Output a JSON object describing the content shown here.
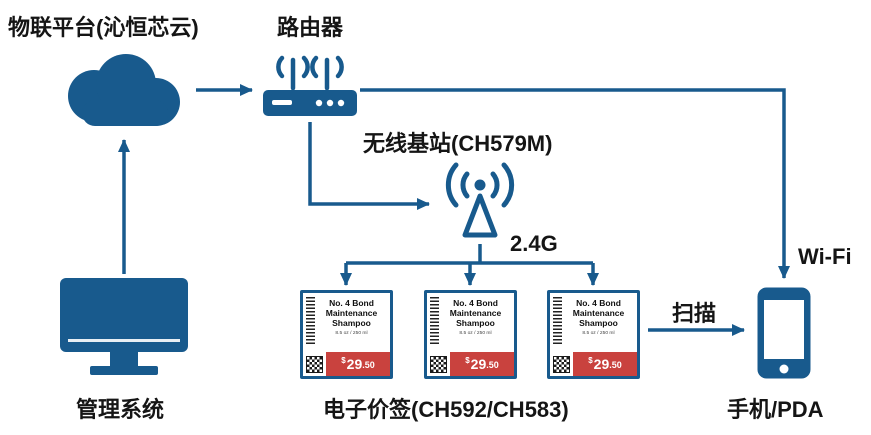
{
  "labels": {
    "iot_platform": "物联平台(沁恒芯云)",
    "router": "路由器",
    "base_station": "无线基站(CH579M)",
    "esl": "电子价签(CH592/CH583)",
    "management_system": "管理系统",
    "phone": "手机/PDA",
    "rf": "2.4G",
    "scan": "扫描",
    "wifi": "Wi-Fi"
  },
  "price_tag": {
    "title_line1": "No. 4 Bond",
    "title_line2": "Maintenance",
    "title_line3": "Shampoo",
    "subtitle": "8.5 oz / 250 ml",
    "currency": "$",
    "price_int": "29",
    "price_dec": ".50"
  },
  "colors": {
    "primary": "#185A8D",
    "price_red": "#C9423E",
    "text": "#151515"
  }
}
